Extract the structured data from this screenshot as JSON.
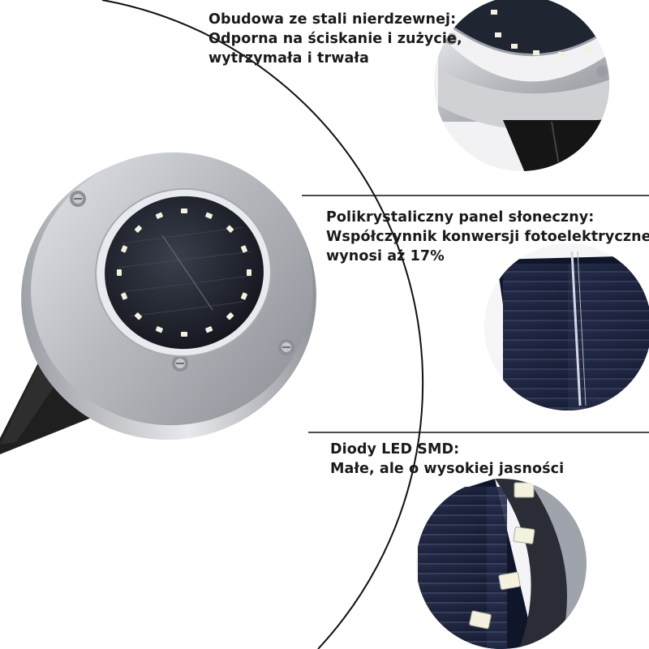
{
  "features": {
    "steel_housing": {
      "title": "Obudowa ze stali nierdzewnej:",
      "lines": [
        "Odporna na ściskanie i zużycie,",
        "wytrzymała i trwała"
      ]
    },
    "solar_panel": {
      "title": "Polikrystaliczny panel słoneczny:",
      "lines": [
        "Współczynnik konwersji fotoelektrycznej",
        "wynosi aż 17%"
      ]
    },
    "led_diodes": {
      "title": "Diody LED SMD:",
      "lines": [
        "Małe, ale o wysokiej jasności"
      ]
    }
  },
  "colors": {
    "text": "#1a1a1a",
    "steel": "#c9cbd0",
    "panel": "#1c2233",
    "led": "#f4f1dc",
    "stake": "#1e1e1e"
  },
  "illustration": {
    "led_count": 16,
    "icons": [
      "solar-disk-light-illustration",
      "steel-housing-closeup",
      "solar-panel-closeup",
      "smd-led-closeup"
    ]
  }
}
